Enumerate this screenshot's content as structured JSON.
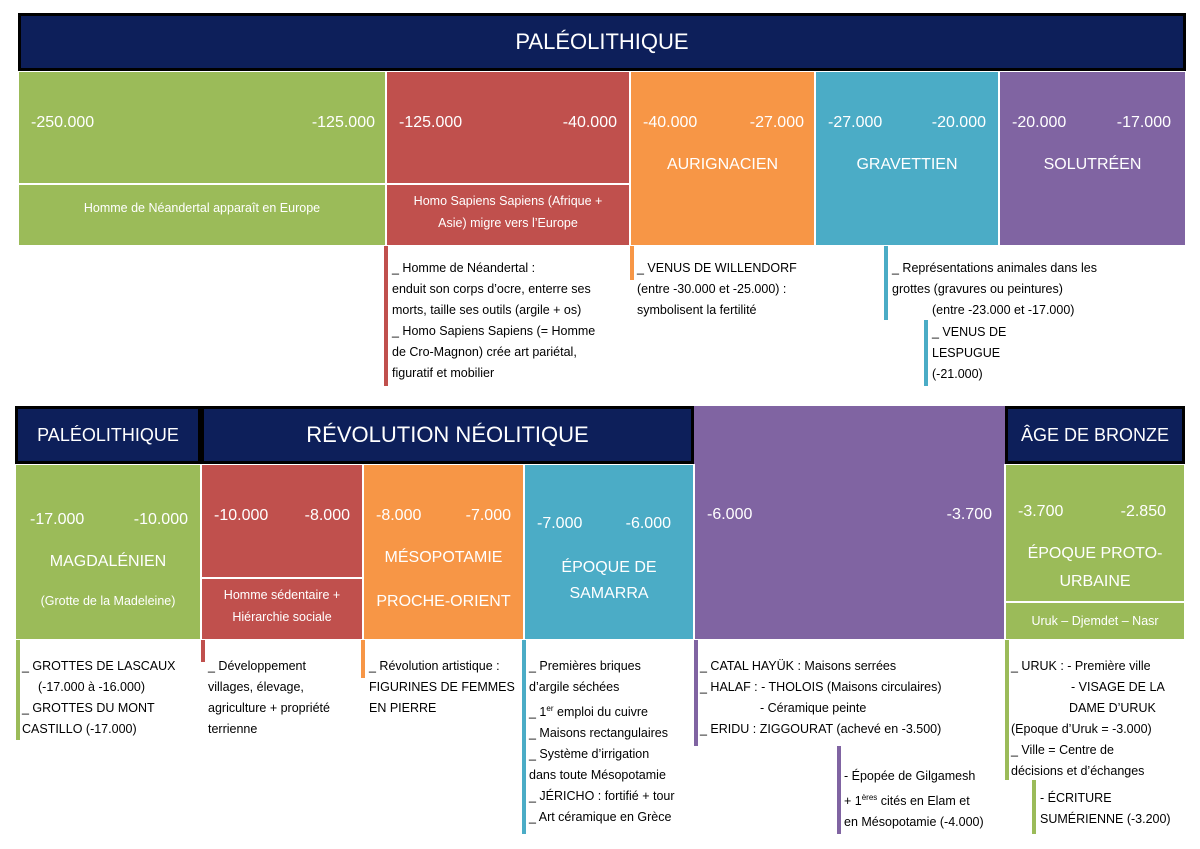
{
  "top": {
    "header": "PALÉOLITHIQUE",
    "periods": [
      {
        "start": "-250.000",
        "end": "-125.000",
        "desc": "Homme de Néandertal apparaît en Europe"
      },
      {
        "start": "-125.000",
        "end": "-40.000",
        "desc1": "Homo Sapiens Sapiens (Afrique +",
        "desc2": "Asie) migre vers l’Europe"
      },
      {
        "start": "-40.000",
        "end": "-27.000",
        "name": "AURIGNACIEN"
      },
      {
        "start": "-27.000",
        "end": "-20.000",
        "name": "GRAVETTIEN"
      },
      {
        "start": "-20.000",
        "end": "-17.000",
        "name": "SOLUTRÉEN"
      }
    ],
    "notes": {
      "red": [
        "_ Homme de Néandertal :",
        "enduit son corps d’ocre, enterre ses",
        "morts, taille ses outils (argile + os)",
        "_ Homo Sapiens Sapiens (= Homme",
        "de Cro-Magnon) crée art pariétal,",
        "figuratif et mobilier"
      ],
      "orange": [
        "_ VENUS DE WILLENDORF",
        "(entre -30.000 et -25.000) :",
        "symbolisent la fertilité"
      ],
      "blue": [
        "_ Représentations animales dans les",
        "grottes (gravures ou peintures)",
        "(entre -23.000 et -17.000)"
      ],
      "blue2": [
        "_ VENUS DE",
        "LESPUGUE",
        "(-21.000)"
      ]
    }
  },
  "bottom": {
    "headers": {
      "paleo": "PALÉOLITHIQUE",
      "neo": "RÉVOLUTION NÉOLITIQUE",
      "bronze": "ÂGE DE BRONZE"
    },
    "periods": [
      {
        "start": "-17.000",
        "end": "-10.000",
        "name": "MAGDALÉNIEN",
        "sub": "(Grotte de la Madeleine)"
      },
      {
        "start": "-10.000",
        "end": "-8.000",
        "sub1": "Homme sédentaire +",
        "sub2": "Hiérarchie sociale"
      },
      {
        "start": "-8.000",
        "end": "-7.000",
        "name1": "MÉSOPOTAMIE",
        "name2": "PROCHE-ORIENT"
      },
      {
        "start": "-7.000",
        "end": "-6.000",
        "name1": "ÉPOQUE DE",
        "name2": "SAMARRA"
      },
      {
        "start": "-6.000",
        "end": "-3.700"
      },
      {
        "start": "-3.700",
        "end": "-2.850",
        "name1": "ÉPOQUE PROTO-",
        "name2": "URBAINE",
        "sub": "Uruk – Djemdet – Nasr"
      }
    ],
    "notes": {
      "green": [
        "_ GROTTES DE LASCAUX",
        "(-17.000 à -16.000)",
        "_ GROTTES DU MONT",
        "CASTILLO (-17.000)"
      ],
      "red": [
        "_ Développement",
        "villages, élevage,",
        "agriculture + propriété",
        "terrienne"
      ],
      "orange": [
        "_ Révolution artistique :",
        "FIGURINES DE FEMMES",
        "EN PIERRE"
      ],
      "blue": [
        "_ Premières briques",
        "d’argile séchées",
        "_ 1",
        "er",
        " emploi du cuivre",
        "_ Maisons rectangulaires",
        "_ Système d’irrigation",
        "dans toute Mésopotamie",
        "_ JÉRICHO : fortifié + tour",
        "_ Art céramique en Grèce"
      ],
      "purple": [
        "_ CATAL HAYÜK : Maisons serrées",
        "_ HALAF : - THOLOIS (Maisons circulaires)",
        "- Céramique peinte",
        "_ ERIDU : ZIGGOURAT (achevé en -3.500)"
      ],
      "purple2": [
        "- Épopée de  Gilgamesh",
        "+ 1",
        "ères",
        " cités en Elam et",
        "en Mésopotamie (-4.000)"
      ],
      "green2": [
        "_ URUK : - Première ville",
        "- VISAGE DE LA",
        "DAME D’URUK",
        "(Epoque d’Uruk = -3.000)",
        "_ Ville = Centre de",
        "décisions et d’échanges"
      ],
      "green3": [
        "- ÉCRITURE",
        "SUMÉRIENNE (-3.200)"
      ]
    }
  }
}
